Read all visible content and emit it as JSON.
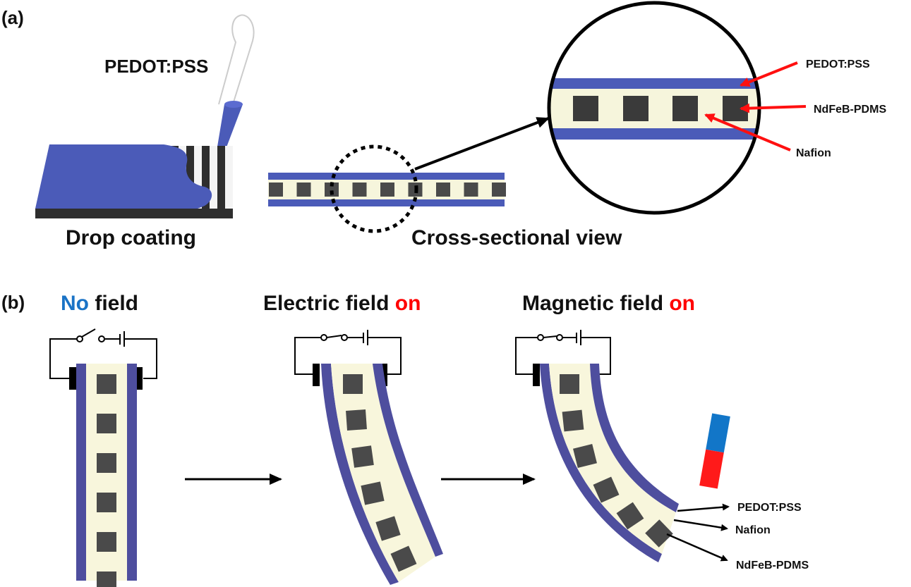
{
  "panel_a": {
    "label": "(a)",
    "pipette_label": "PEDOT:PSS",
    "drop_caption": "Drop coating",
    "cross_caption": "Cross-sectional view",
    "zoom_labels": {
      "pedot": "PEDOT:PSS",
      "ndfeb": "NdFeB-PDMS",
      "nafion": "Nafion"
    }
  },
  "panel_b": {
    "label": "(b)",
    "states": [
      {
        "prefix": "No",
        "suffix": " field",
        "prefix_color": "#1a73c6",
        "suffix_color": "#111111"
      },
      {
        "prefix": "Electric field ",
        "suffix": "on",
        "prefix_color": "#111111",
        "suffix_color": "#ff0000"
      },
      {
        "prefix": "Magnetic field ",
        "suffix": "on",
        "prefix_color": "#111111",
        "suffix_color": "#ff0000"
      }
    ],
    "layer_labels": {
      "pedot": "PEDOT:PSS",
      "nafion": "Nafion",
      "ndfeb": "NdFeB-PDMS"
    }
  },
  "colors": {
    "pedot": "#4b5bb8",
    "pedot_dark": "#4e4e9e",
    "nafion": "#f6f5dc",
    "magnet_cube": "#3a3a3a",
    "arrow_red": "#ff1010",
    "magnet_north": "#1276c8",
    "magnet_south": "#ff1a1a"
  }
}
